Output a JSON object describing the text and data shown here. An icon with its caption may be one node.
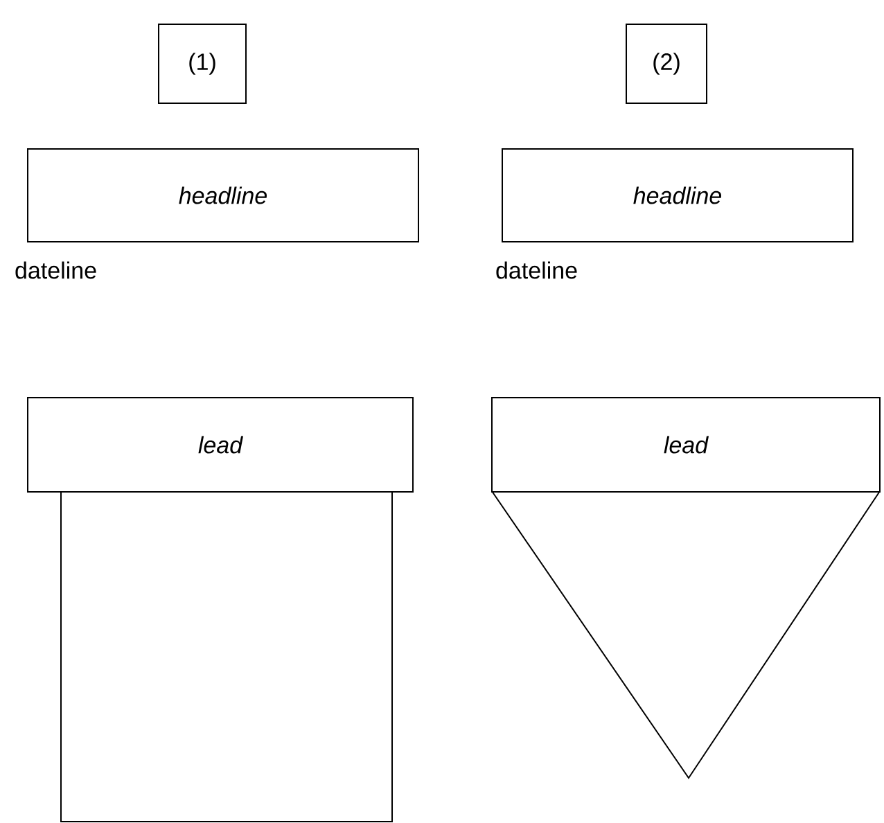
{
  "diagram": {
    "nodes": [
      {
        "text": [
          "(1)"
        ]
      },
      {
        "text": [
          "headline"
        ],
        "beside": [
          "dateline"
        ]
      },
      {
        "text": [
          "lead"
        ]
      },
      {
        "text": [],
        "shape": "box"
      },
      {
        "text": [
          "(2)"
        ]
      },
      {
        "text": [
          "headline"
        ],
        "beside": [
          "dateline"
        ]
      },
      {
        "text": [
          "lead"
        ]
      },
      {
        "text": [],
        "shape": "triangle"
      }
    ]
  }
}
